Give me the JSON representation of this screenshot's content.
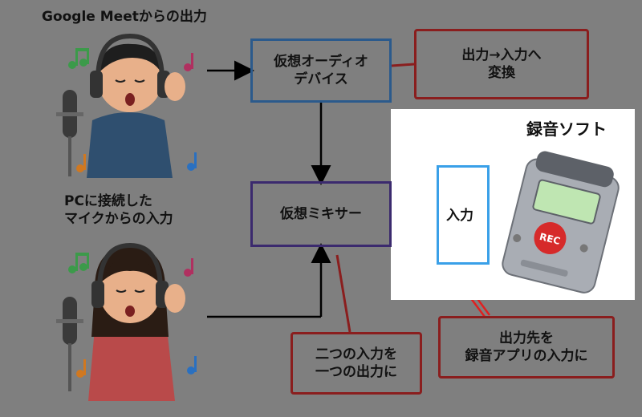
{
  "labels": {
    "meet_output": "Google Meetからの出力",
    "mic_input": "PCに接続した\nマイクからの入力",
    "recording_software": "録音ソフト",
    "input": "入力"
  },
  "nodes": {
    "virtual_audio_device": "仮想オーディオ\nデバイス",
    "virtual_mixer": "仮想ミキサー"
  },
  "notes": {
    "output_to_input": "出力→入力へ\n変換",
    "two_inputs_one_output": "二つの入力を\n一つの出力に",
    "output_destination": "出力先を\n録音アプリの入力に"
  },
  "device": {
    "rec_label": "REC"
  },
  "colors": {
    "background": "#7f7f7f",
    "virtual_audio_border": "#2b5a8c",
    "mixer_border": "#3b2a6e",
    "note_border": "#8a1e1e",
    "note_fill": "#808080",
    "input_box_border": "#3aa0e8",
    "red_line": "#e02020"
  },
  "icons": [
    "music-note-icon",
    "microphone-icon",
    "headphones-icon",
    "voice-recorder-icon"
  ]
}
